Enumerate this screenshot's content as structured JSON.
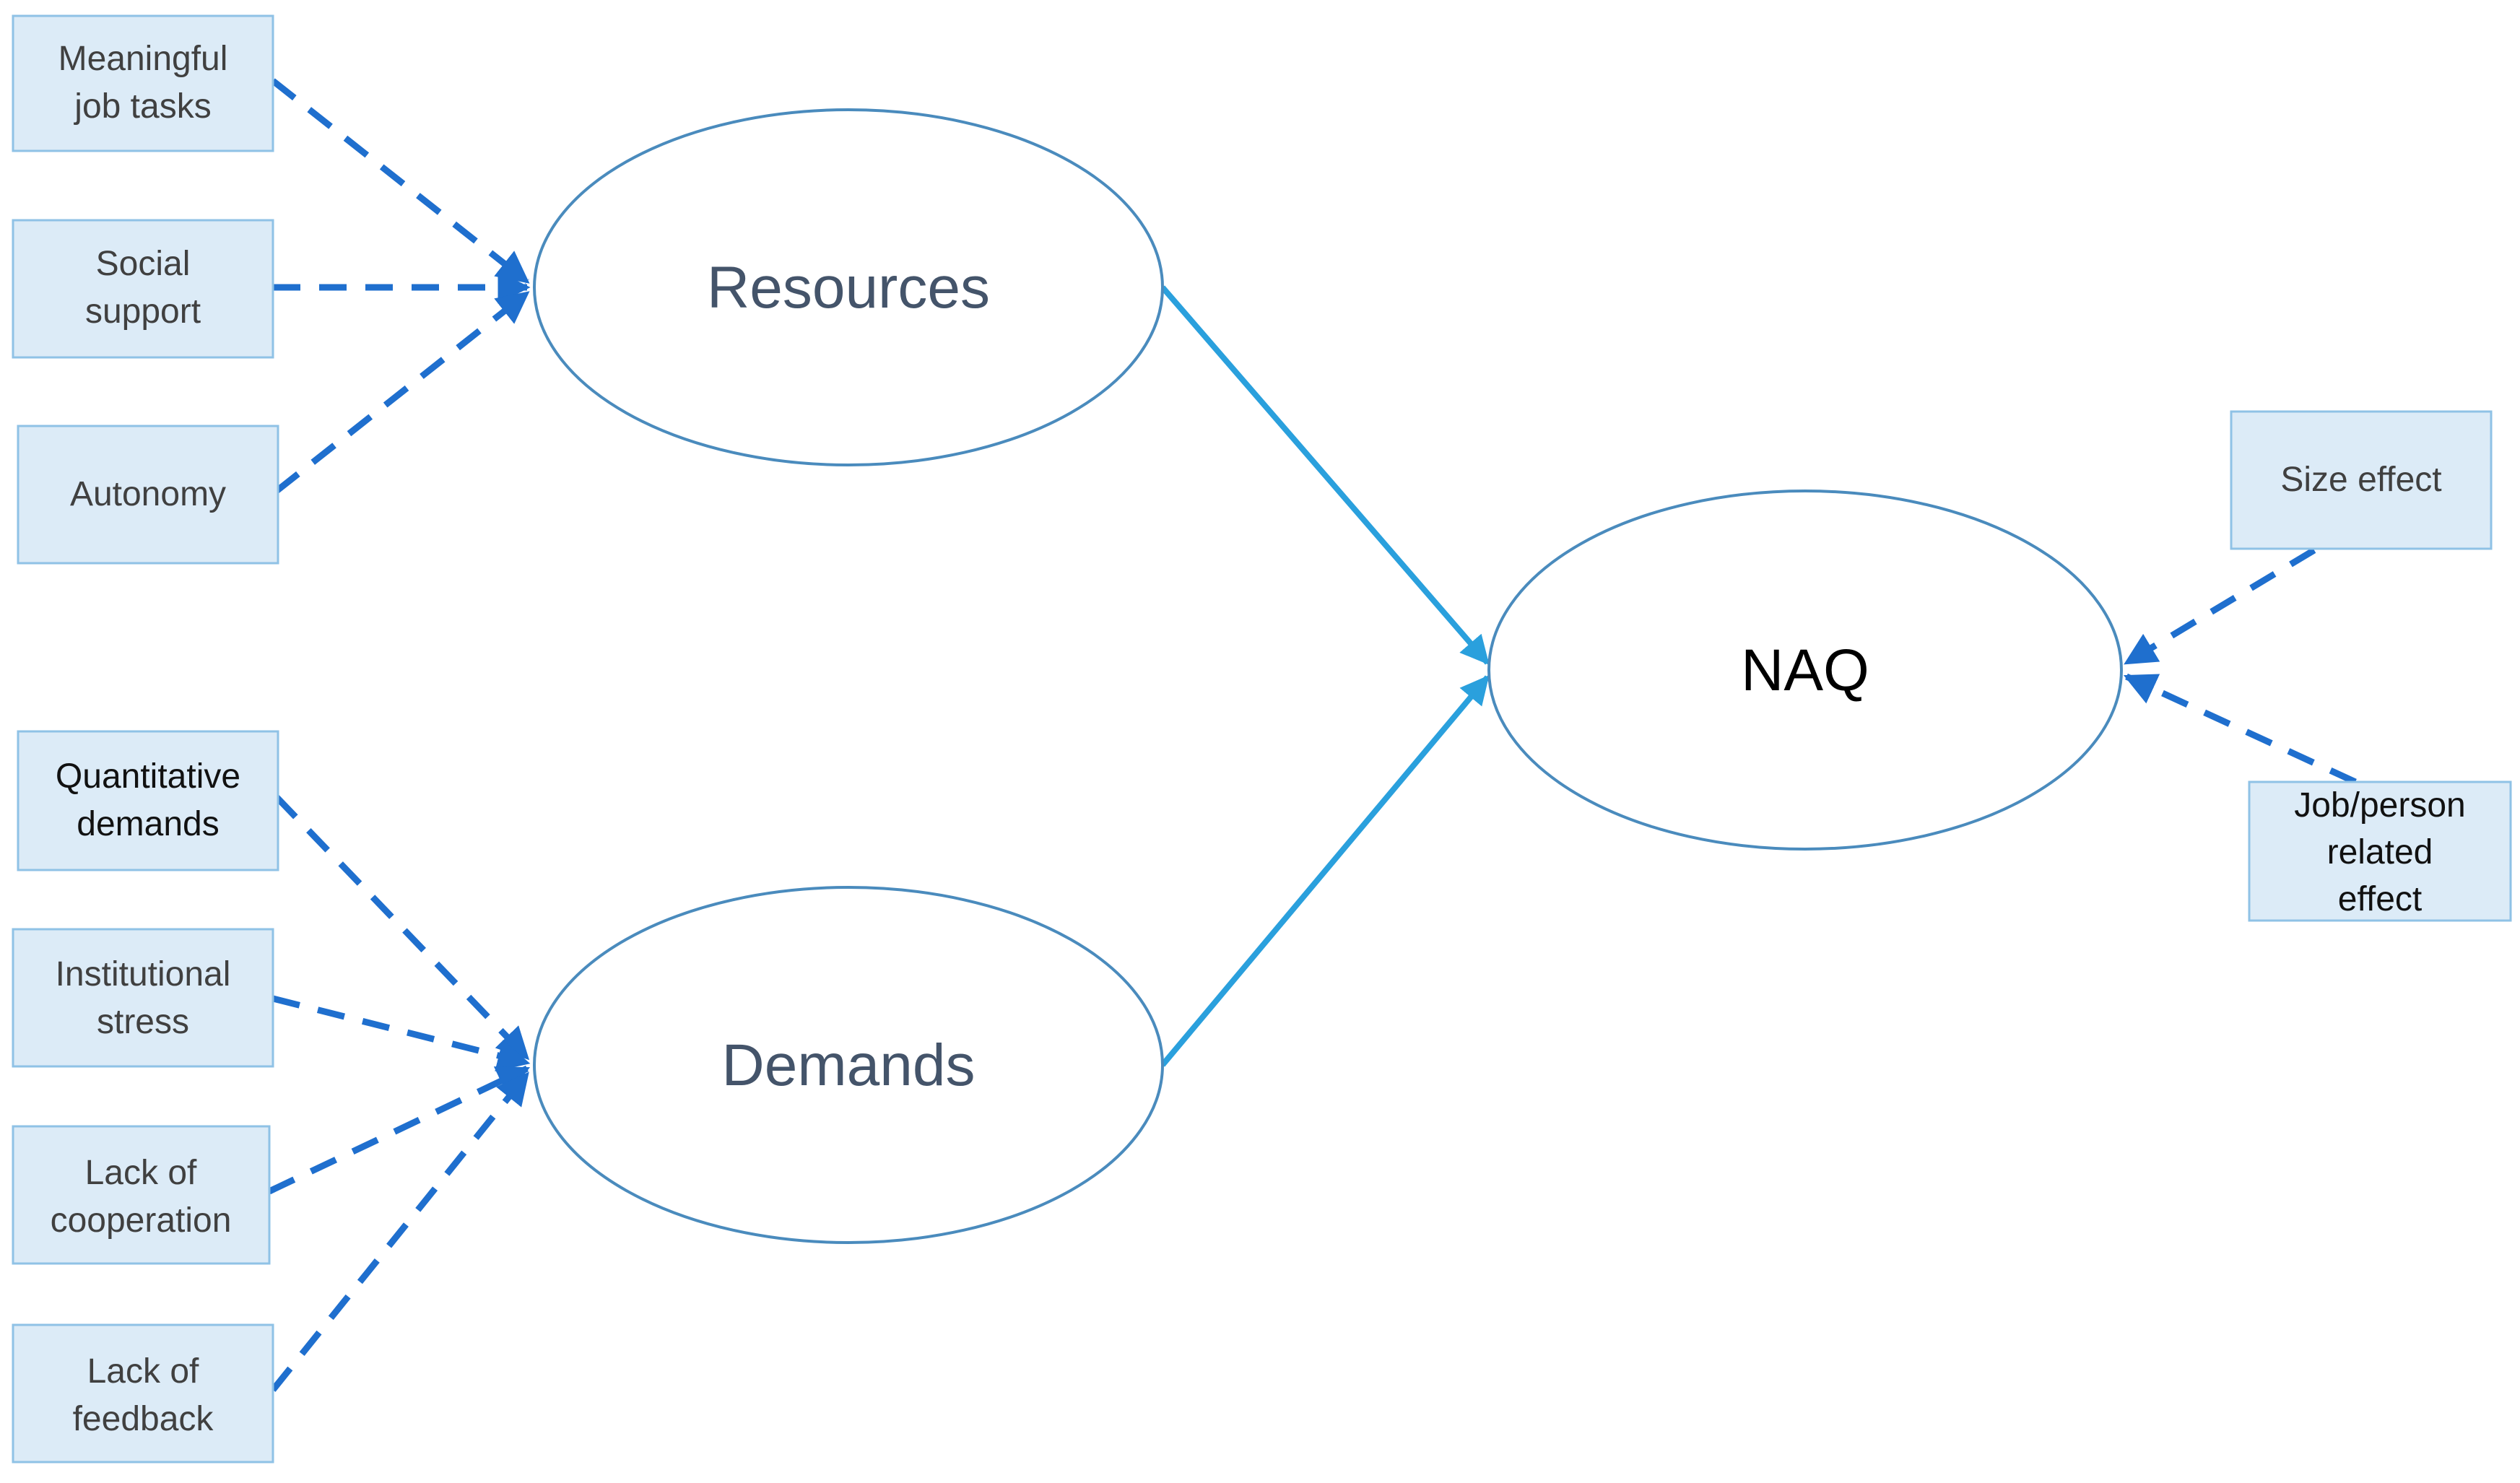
{
  "resources": {
    "label": "Resources",
    "inputs": [
      {
        "lines": [
          "Meaningful",
          "job tasks"
        ]
      },
      {
        "lines": [
          "Social",
          "support"
        ]
      },
      {
        "lines": [
          "Autonomy"
        ]
      }
    ]
  },
  "demands": {
    "label": "Demands",
    "inputs": [
      {
        "lines": [
          "Quantitative",
          "demands"
        ]
      },
      {
        "lines": [
          "Institutional",
          "stress"
        ]
      },
      {
        "lines": [
          "Lack of",
          "cooperation"
        ]
      },
      {
        "lines": [
          "Lack of",
          "feedback"
        ]
      }
    ]
  },
  "outcome": {
    "label": "NAQ",
    "effects": [
      {
        "lines": [
          "Size effect"
        ]
      },
      {
        "lines": [
          "Job/person",
          "related",
          "effect"
        ]
      }
    ]
  },
  "colors": {
    "dashed_arrow": "#1f6fce",
    "solid_arrow": "#2aa0dd",
    "box_fill": "#dcebf7",
    "box_border": "#8fc2e6",
    "ellipse_border": "#4a8bbd",
    "ellipse_text": "#44546a"
  }
}
